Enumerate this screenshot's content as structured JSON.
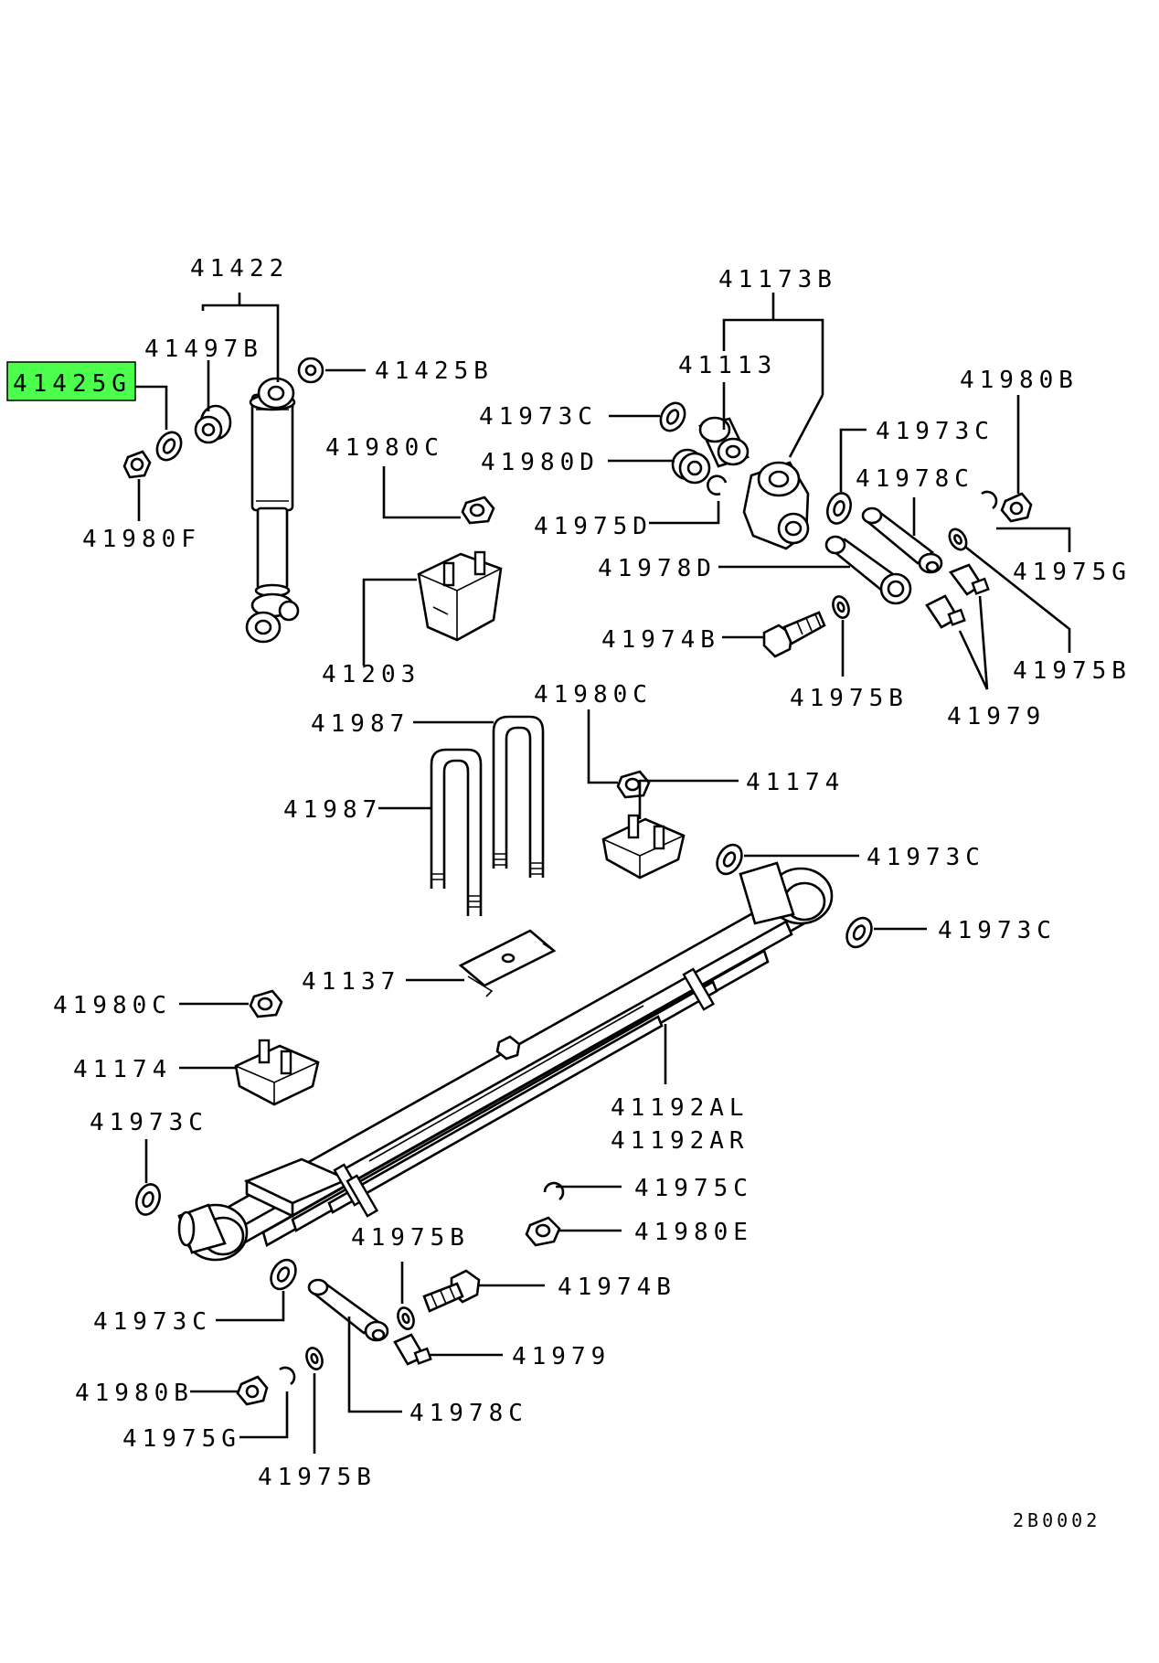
{
  "highlight_color": "#4cff4c",
  "highlighted_label": "41425G",
  "labels": {
    "l41422": "41422",
    "l41497B": "41497B",
    "l41425B": "41425B",
    "l41425G": "41425G",
    "l41980F": "41980F",
    "l41980C_top": "41980C",
    "l41203": "41203",
    "l41173B": "41173B",
    "l41113": "41113",
    "l41973C_a": "41973C",
    "l41980D": "41980D",
    "l41975D": "41975D",
    "l41973C_b": "41973C",
    "l41978C_top": "41978C",
    "l41980B_top": "41980B",
    "l41978D": "41978D",
    "l41975G_top": "41975G",
    "l41974B_top": "41974B",
    "l41975B_r": "41975B",
    "l41975B_mid": "41975B",
    "l41979_top": "41979",
    "l41987_a": "41987",
    "l41987_b": "41987",
    "l41980C_mid": "41980C",
    "l41174_r": "41174",
    "l41973C_c": "41973C",
    "l41973C_d": "41973C",
    "l41137": "41137",
    "l41980C_left": "41980C",
    "l41174_left": "41174",
    "l41192AL": "41192AL",
    "l41192AR": "41192AR",
    "l41973C_e": "41973C",
    "l41975C": "41975C",
    "l41980E": "41980E",
    "l41975B_bot": "41975B",
    "l41974B_bot": "41974B",
    "l41973C_f": "41973C",
    "l41979_bot": "41979",
    "l41980B_bot": "41980B",
    "l41978C_bot": "41978C",
    "l41975G_bot": "41975G",
    "l41975B_low": "41975B"
  },
  "drawing_code": "2B0002"
}
